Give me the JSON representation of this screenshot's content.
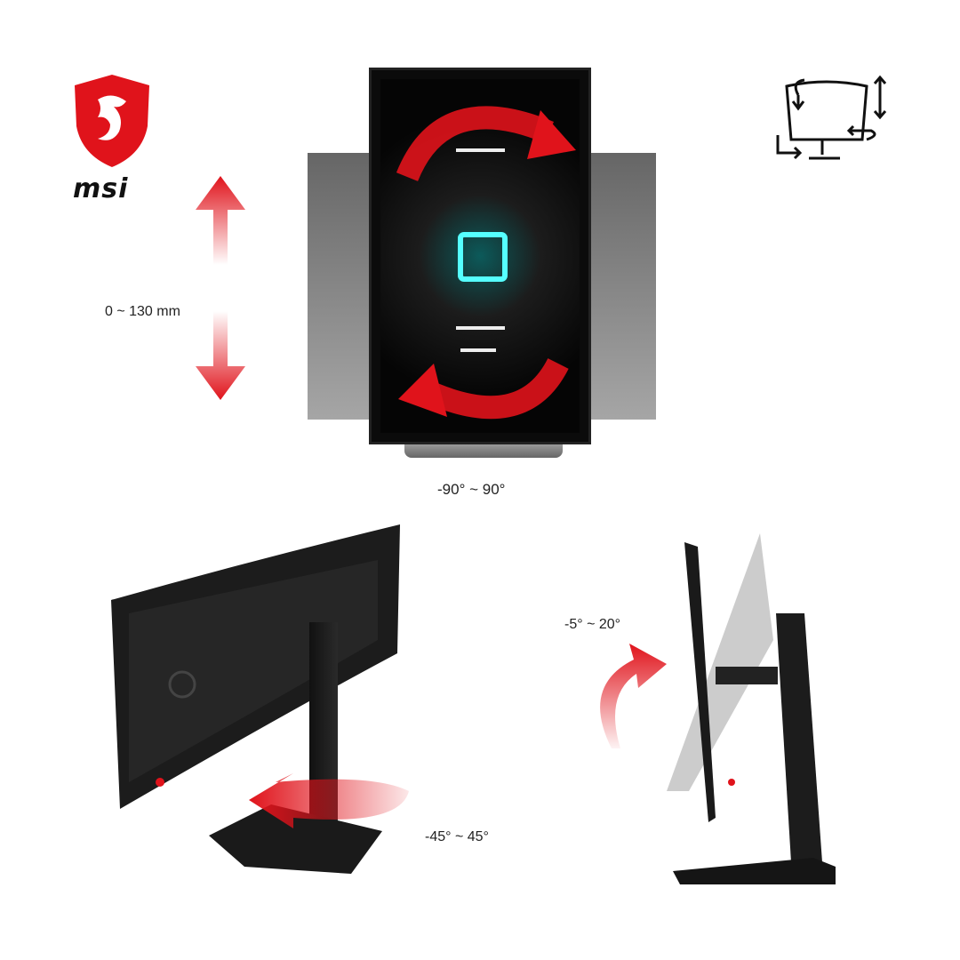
{
  "brand": {
    "name": "msi",
    "accent": "#e0131b"
  },
  "height_adjust": {
    "label": "0 ~ 130 mm"
  },
  "pivot": {
    "label": "-90° ~ 90°"
  },
  "tilt": {
    "label": "-5° ~ 20°"
  },
  "swivel": {
    "label": "-45° ~ 45°"
  },
  "icons": [
    "msi-dragon-shield-logo",
    "ergonomic-adjust-icon",
    "up-arrow",
    "down-arrow",
    "rotate-arrow",
    "tilt-arrow",
    "swivel-arrow"
  ]
}
